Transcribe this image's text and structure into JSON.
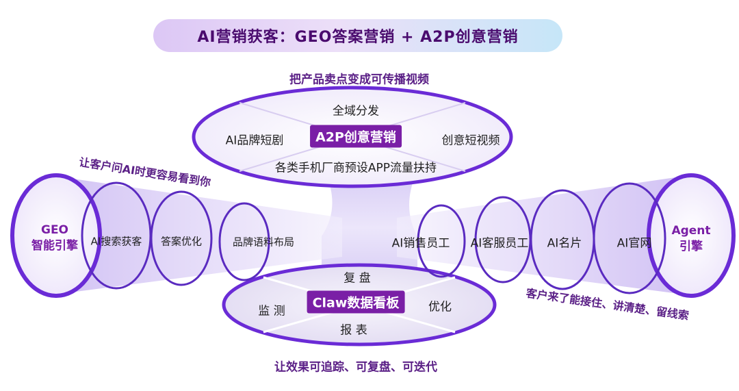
{
  "title": "AI营销获客：GEO答案营销 + A2P创意营销",
  "top_section": {
    "caption": "把产品卖点变成可传播视频",
    "center_tag": "A2P创意营销",
    "top_item": "全域分发",
    "left_item": "AI品牌短剧",
    "right_item": "创意短视频",
    "bottom_item": "各类手机厂商预设APP流量扶持"
  },
  "left_section": {
    "caption": "让客户问AI时更容易看到你",
    "engine_line1": "GEO",
    "engine_line2": "智能引擎",
    "rings": [
      "AI搜索获客",
      "答案优化",
      "品牌语料布局"
    ]
  },
  "right_section": {
    "caption": "客户来了能接住、讲清楚、留线索",
    "engine_line1": "Agent",
    "engine_line2": "引擎",
    "rings": [
      "AI销售员工",
      "AI客服员工",
      "AI名片",
      "AI官网"
    ]
  },
  "bottom_section": {
    "caption": "让效果可追踪、可复盘、可迭代",
    "center_tag": "Claw数据看板",
    "top_item": "复 盘",
    "left_item": "监 测",
    "right_item": "优化",
    "bottom_item": "报 表"
  },
  "colors": {
    "primary_purple": "#7a1fa6",
    "caption_purple": "#5a1f86",
    "ring_purple": "#6a2bd6",
    "beam_lavender": "#d9cdf6",
    "title_gradient_start": "#dcc7f5",
    "title_gradient_end": "#c6e6f8"
  }
}
